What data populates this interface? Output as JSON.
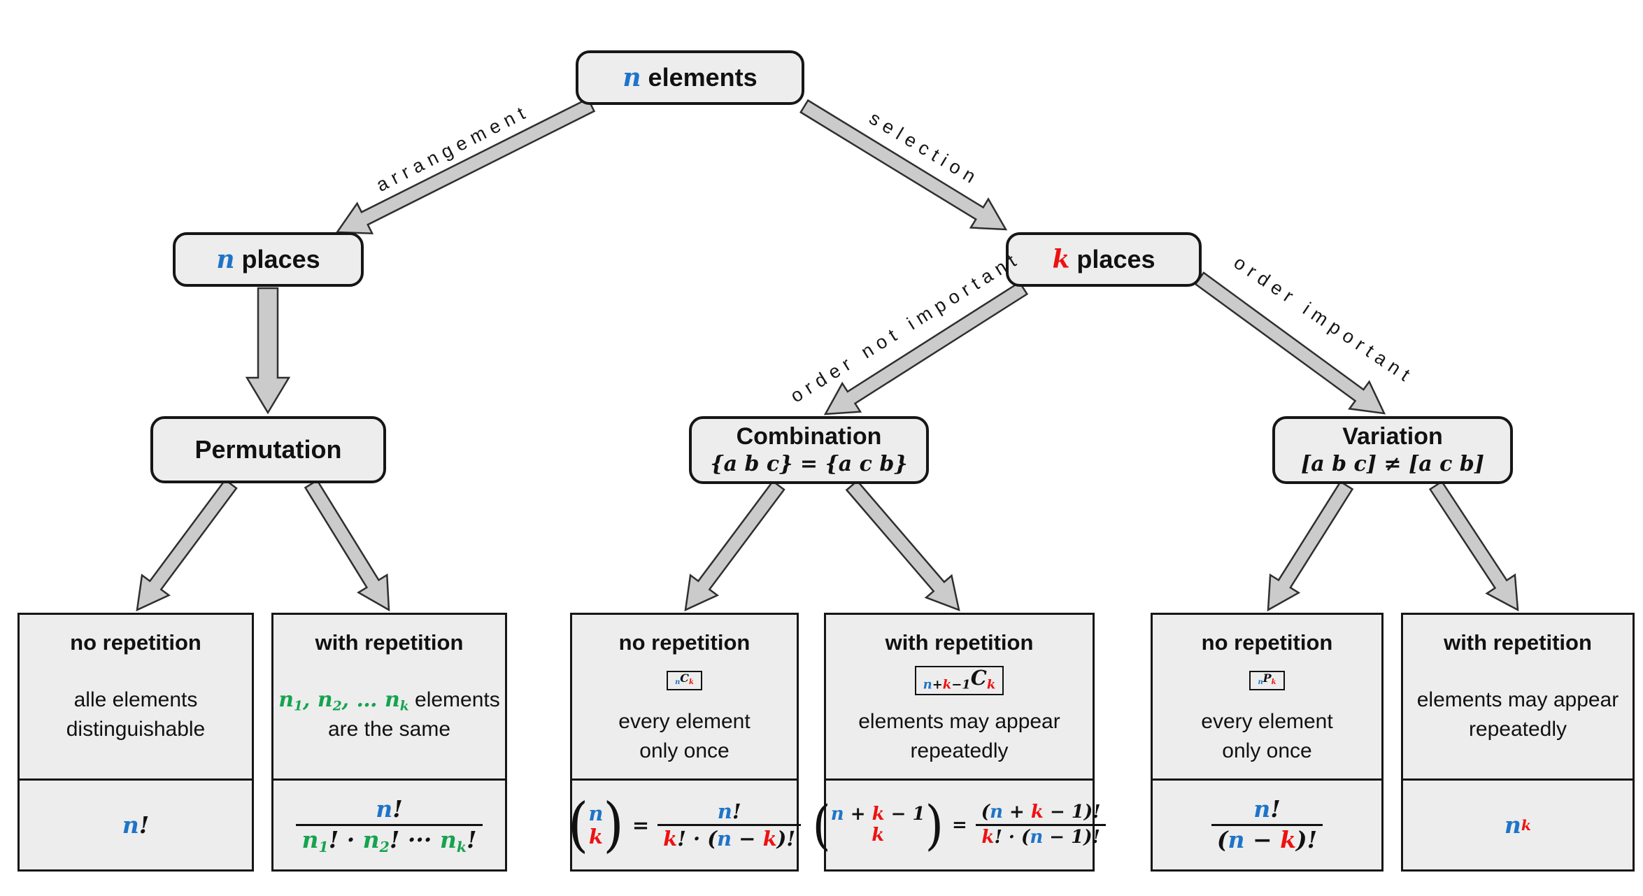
{
  "palette": {
    "blue": "#1e74c9",
    "red": "#ee1111",
    "green": "#16a350",
    "box_fill": "#ededed",
    "box_border": "#161616",
    "arrow_fill": "#cbcbcb",
    "arrow_stroke": "#2f2f2f"
  },
  "nodes": {
    "elements": {
      "title": [
        {
          "t": "n",
          "c": "b m"
        },
        {
          "t": " elements"
        }
      ]
    },
    "n_places": {
      "title": [
        {
          "t": "n",
          "c": "b m"
        },
        {
          "t": " places"
        }
      ]
    },
    "k_places": {
      "title": [
        {
          "t": "k",
          "c": "r m"
        },
        {
          "t": " places"
        }
      ]
    },
    "permutation": {
      "title": [
        {
          "t": "Permutation"
        }
      ]
    },
    "combination": {
      "title": [
        {
          "t": "Combination"
        }
      ],
      "subtitle": [
        {
          "t": "{a b c} = {a c b}"
        }
      ]
    },
    "variation": {
      "title": [
        {
          "t": "Variation"
        }
      ],
      "subtitle": [
        {
          "t": "[a b c] ≠ [a c b]"
        }
      ]
    }
  },
  "edge_labels": {
    "arrangement": "arrangement",
    "selection": "selection",
    "order_not_important": "order not important",
    "order_important": "order important"
  },
  "leaf_boxes": [
    {
      "id": "perm-no",
      "title": "no repetition",
      "badge": null,
      "desc": [
        [
          {
            "t": "alle elements"
          }
        ],
        [
          {
            "t": "distinguishable"
          }
        ]
      ],
      "formula": {
        "type": "plain",
        "tokens": [
          {
            "t": "n",
            "c": "b"
          },
          {
            "t": "!"
          }
        ]
      }
    },
    {
      "id": "perm-rep",
      "title": "with repetition",
      "badge": null,
      "desc": [
        [
          {
            "t": "n",
            "c": "g m"
          },
          {
            "t": "1",
            "c": "g m",
            "pos": "sub"
          },
          {
            "t": ", ",
            "c": "g m"
          },
          {
            "t": "n",
            "c": "g m"
          },
          {
            "t": "2",
            "c": "g m",
            "pos": "sub"
          },
          {
            "t": ", … ",
            "c": "g m"
          },
          {
            "t": "n",
            "c": "g m"
          },
          {
            "t": "k",
            "c": "g m",
            "pos": "sub"
          },
          {
            "t": " elements"
          }
        ],
        [
          {
            "t": "are the same"
          }
        ]
      ],
      "formula": {
        "type": "frac",
        "num": [
          {
            "t": "n",
            "c": "b"
          },
          {
            "t": "!"
          }
        ],
        "den": [
          {
            "t": "n",
            "c": "g"
          },
          {
            "t": "1",
            "c": "g",
            "pos": "sub"
          },
          {
            "t": "! · "
          },
          {
            "t": "n",
            "c": "g"
          },
          {
            "t": "2",
            "c": "g",
            "pos": "sub"
          },
          {
            "t": "! ··· "
          },
          {
            "t": "n",
            "c": "g"
          },
          {
            "t": "k",
            "c": "g",
            "pos": "sub"
          },
          {
            "t": "!"
          }
        ]
      }
    },
    {
      "id": "comb-no",
      "title": "no repetition",
      "badge": [
        {
          "t": "n",
          "c": "b",
          "pos": "sub"
        },
        {
          "t": "C"
        },
        {
          "t": "k",
          "c": "r",
          "pos": "sub"
        }
      ],
      "desc": [
        [
          {
            "t": "every element"
          }
        ],
        [
          {
            "t": "only once"
          }
        ]
      ],
      "formula": {
        "type": "binom-frac",
        "top": [
          {
            "t": "n",
            "c": "b"
          }
        ],
        "bottom": [
          {
            "t": "k",
            "c": "r"
          }
        ],
        "eq": "=",
        "num": [
          {
            "t": "n",
            "c": "b"
          },
          {
            "t": "!"
          }
        ],
        "den": [
          {
            "t": "k",
            "c": "r"
          },
          {
            "t": "! · ("
          },
          {
            "t": "n",
            "c": "b"
          },
          {
            "t": " − "
          },
          {
            "t": "k",
            "c": "r"
          },
          {
            "t": ")!"
          }
        ]
      }
    },
    {
      "id": "comb-rep",
      "title": "with repetition",
      "badge": [
        {
          "t": "n",
          "c": "b",
          "pos": "sub"
        },
        {
          "t": "+",
          "pos": "sub"
        },
        {
          "t": "k",
          "c": "r",
          "pos": "sub"
        },
        {
          "t": "−1",
          "pos": "sub"
        },
        {
          "t": "C"
        },
        {
          "t": "k",
          "c": "r",
          "pos": "sub"
        }
      ],
      "desc": [
        [
          {
            "t": "elements may appear"
          }
        ],
        [
          {
            "t": "repeatedly"
          }
        ]
      ],
      "formula": {
        "type": "binom-frac",
        "top": [
          {
            "t": "n",
            "c": "b"
          },
          {
            "t": " + "
          },
          {
            "t": "k",
            "c": "r"
          },
          {
            "t": " − 1"
          }
        ],
        "bottom": [
          {
            "t": "k",
            "c": "r"
          }
        ],
        "eq": "=",
        "num": [
          {
            "t": "("
          },
          {
            "t": "n",
            "c": "b"
          },
          {
            "t": " + "
          },
          {
            "t": "k",
            "c": "r"
          },
          {
            "t": " − 1)!"
          }
        ],
        "den": [
          {
            "t": "k",
            "c": "r"
          },
          {
            "t": "! · ("
          },
          {
            "t": "n",
            "c": "b"
          },
          {
            "t": " − 1)!"
          }
        ]
      }
    },
    {
      "id": "var-no",
      "title": "no repetition",
      "badge": [
        {
          "t": "n",
          "c": "b",
          "pos": "sub"
        },
        {
          "t": "P"
        },
        {
          "t": "k",
          "c": "r",
          "pos": "sub"
        }
      ],
      "desc": [
        [
          {
            "t": "every element"
          }
        ],
        [
          {
            "t": "only once"
          }
        ]
      ],
      "formula": {
        "type": "frac",
        "num": [
          {
            "t": "n",
            "c": "b"
          },
          {
            "t": "!"
          }
        ],
        "den": [
          {
            "t": "("
          },
          {
            "t": "n",
            "c": "b"
          },
          {
            "t": " − "
          },
          {
            "t": "k",
            "c": "r"
          },
          {
            "t": ")!"
          }
        ]
      }
    },
    {
      "id": "var-rep",
      "title": "with repetition",
      "badge": null,
      "desc": [
        [
          {
            "t": "elements may appear"
          }
        ],
        [
          {
            "t": "repeatedly"
          }
        ]
      ],
      "formula": {
        "type": "plain",
        "tokens": [
          {
            "t": "n",
            "c": "b"
          },
          {
            "t": "k",
            "c": "r",
            "pos": "sup"
          }
        ]
      }
    }
  ]
}
